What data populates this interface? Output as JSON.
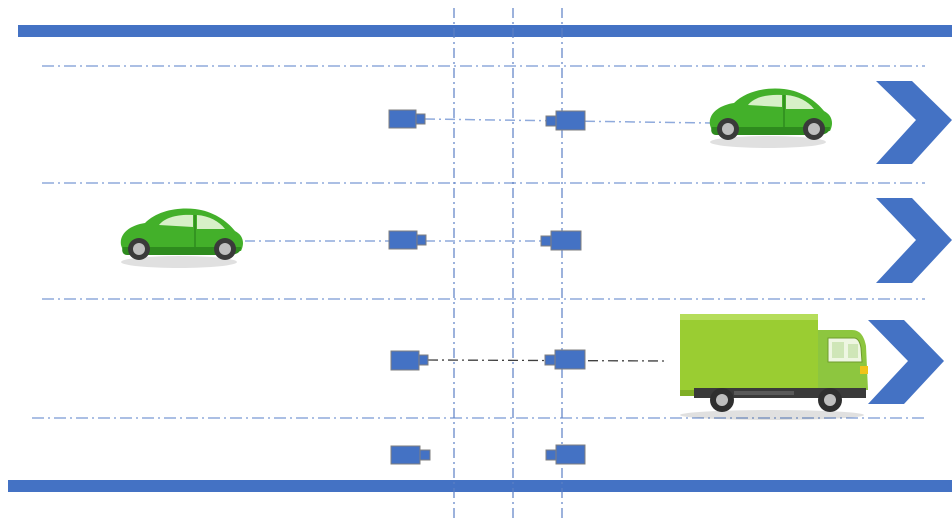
{
  "colors": {
    "road_edge": "#4472C4",
    "sensor": "#4472C4",
    "sensor_outline": "#7f7f7f",
    "lane_line": "#8faadc",
    "vertical_line": "#5b7fc4",
    "beam_light": "#8faadc",
    "beam_dark": "#404040",
    "arrow": "#4472C4",
    "car_body": "#43b02a",
    "car_body_dark": "#2e8b1e",
    "car_window": "#d7f0c8",
    "truck_cargo": "#9acd32",
    "truck_cab": "#8dc63f",
    "wheel": "#3a3a3a",
    "hubcap": "#bfbfbf"
  },
  "scene": {
    "lanes": [
      {
        "direction": "right",
        "vehicle": "car"
      },
      {
        "direction": "right",
        "vehicle": "car"
      },
      {
        "direction": "right",
        "vehicle": "truck"
      },
      {
        "direction": "right",
        "vehicle": "none"
      }
    ],
    "sensor_columns": 2
  }
}
